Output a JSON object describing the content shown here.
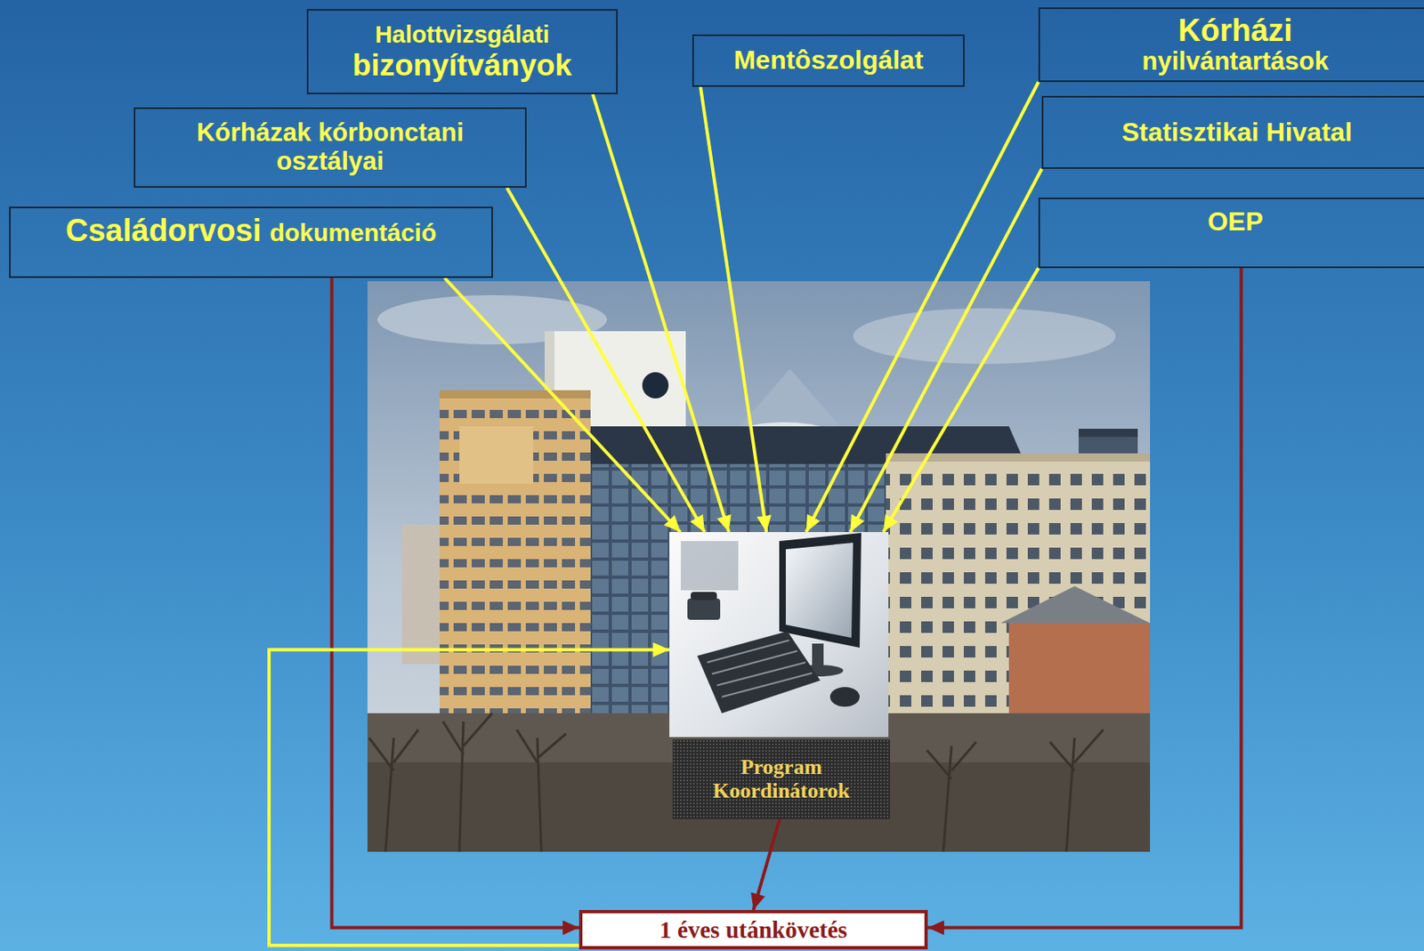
{
  "diagram": {
    "nodes": [
      {
        "text": [
          "Halottvizsgálati",
          "bizonyítványok"
        ]
      },
      {
        "text": [
          "Mentôszolgálat"
        ]
      },
      {
        "text": [
          "Kórházi",
          "nyilvántartások"
        ]
      },
      {
        "text": [
          "Kórházak kórbonctani osztályai"
        ]
      },
      {
        "text": [
          "Statisztikai Hivatal"
        ]
      },
      {
        "text": [
          "Családorvosi",
          "dokumentáció"
        ]
      },
      {
        "text": [
          "OEP"
        ]
      },
      {
        "text": [
          "Program Koordinátorok"
        ]
      },
      {
        "text": [
          "1 éves utánkövetés"
        ]
      }
    ],
    "edges": [
      {
        "from": 5,
        "to": 7,
        "arrow": "to"
      },
      {
        "from": 3,
        "to": 7,
        "arrow": "to"
      },
      {
        "from": 0,
        "to": 7,
        "arrow": "to"
      },
      {
        "from": 1,
        "to": 7,
        "arrow": "to"
      },
      {
        "from": 2,
        "to": 7,
        "arrow": "to"
      },
      {
        "from": 4,
        "to": 7,
        "arrow": "to"
      },
      {
        "from": 6,
        "to": 7,
        "arrow": "to"
      },
      {
        "from": 7,
        "to": 8,
        "arrow": "to"
      },
      {
        "from": 5,
        "to": 8,
        "arrow": "to"
      },
      {
        "from": 6,
        "to": 8,
        "arrow": "to"
      },
      {
        "from": 8,
        "to": 7,
        "arrow": "to"
      }
    ]
  }
}
